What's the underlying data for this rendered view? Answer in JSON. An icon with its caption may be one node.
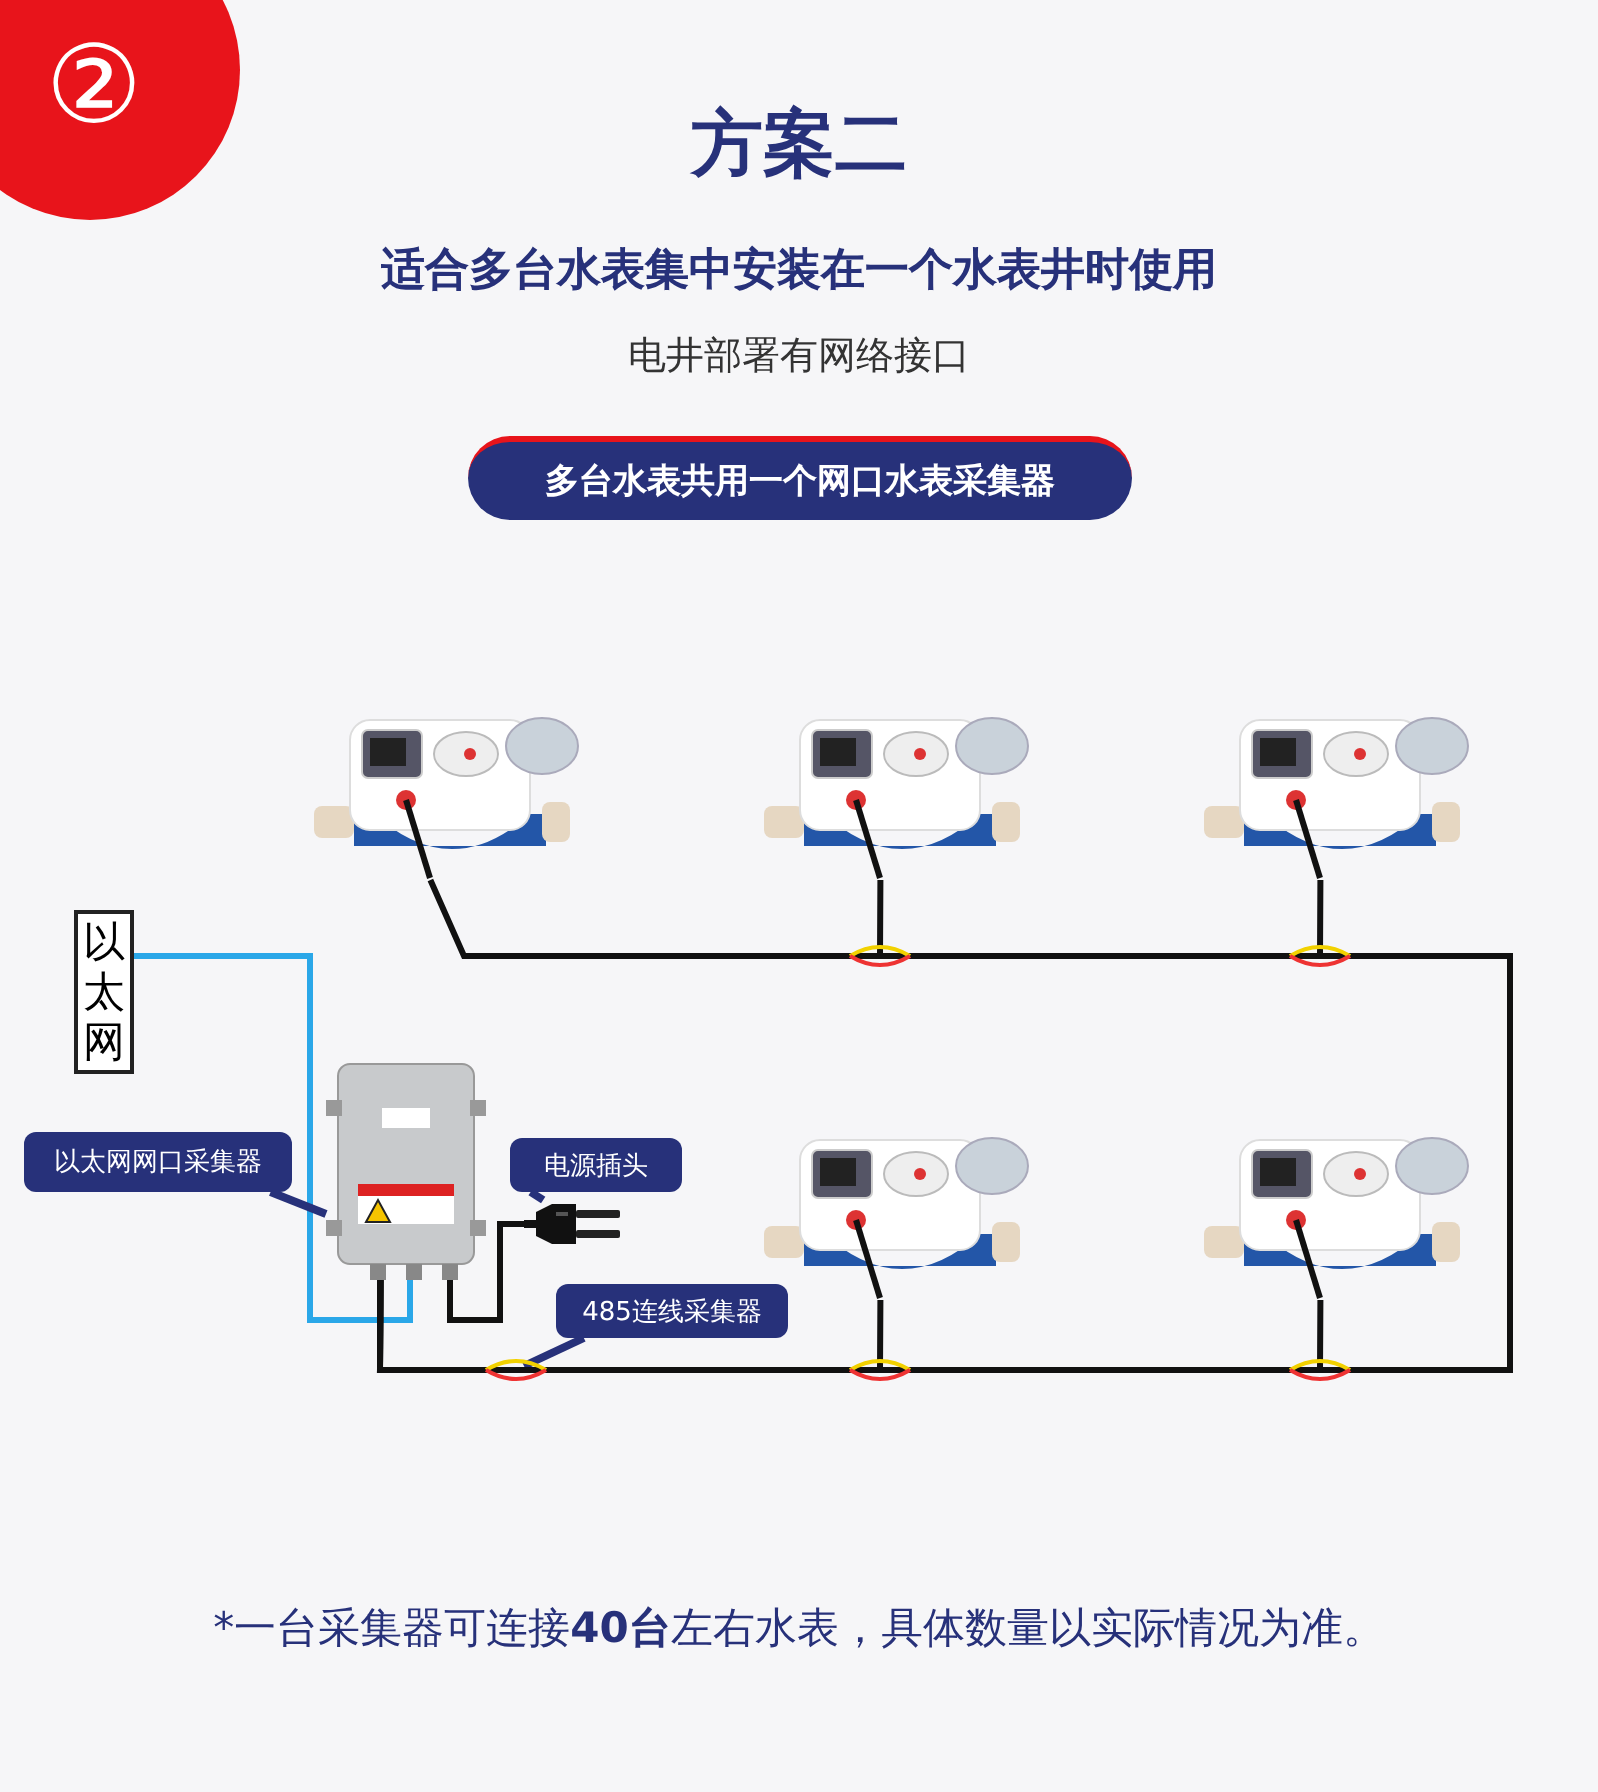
{
  "diagram": {
    "title": "方案二",
    "nodes": [
      {
        "text": [
          "以太网"
        ]
      },
      {
        "text": [],
        "shape": "picture"
      },
      {
        "text": [
          "以太网网口采集器"
        ]
      },
      {
        "text": [],
        "shape": "picture"
      },
      {
        "text": [
          "电源插头"
        ]
      },
      {
        "text": [
          "485连线采集器"
        ]
      },
      {
        "text": [],
        "shape": "picture"
      },
      {
        "text": [],
        "shape": "picture"
      },
      {
        "text": [],
        "shape": "picture"
      },
      {
        "text": [],
        "shape": "picture"
      },
      {
        "text": [],
        "shape": "picture"
      }
    ],
    "edges": [
      {
        "from": 0,
        "to": 1,
        "arrow": "none",
        "color": "#2aa7e8"
      },
      {
        "from": 2,
        "to": 1,
        "arrow": "none",
        "color": "#27317a"
      },
      {
        "from": 1,
        "to": 3,
        "arrow": "none"
      },
      {
        "from": 4,
        "to": 3,
        "arrow": "none",
        "color": "#27317a"
      },
      {
        "from": 5,
        "to": null,
        "arrow": "none",
        "color": "#27317a"
      },
      {
        "from": 1,
        "to": 6,
        "arrow": "none"
      },
      {
        "from": 1,
        "to": 7,
        "arrow": "none"
      },
      {
        "from": 1,
        "to": 8,
        "arrow": "none"
      },
      {
        "from": 1,
        "to": 9,
        "arrow": "none"
      },
      {
        "from": 1,
        "to": 10,
        "arrow": "none"
      }
    ],
    "labels": [
      "②",
      "适合多台水表集中安装在一个水表井时使用",
      "电井部署有网络接口",
      "多台水表共用一个网口水表采集器",
      "*一台采集器可连接**40台**左右水表，具体数量以实际情况为准。"
    ]
  }
}
